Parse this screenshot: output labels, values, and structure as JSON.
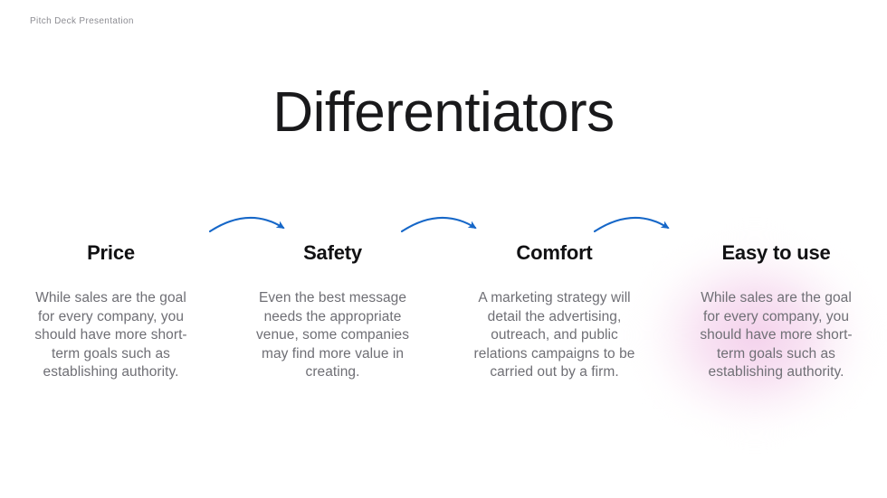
{
  "slide": {
    "eyebrow": "Pitch Deck Presentation",
    "title": "Differentiators",
    "background_color": "#ffffff",
    "accent_color": "#1667c8",
    "blob_color": "#f3cee9",
    "heading_color": "#111113",
    "body_color": "#6f6f75"
  },
  "columns": [
    {
      "heading": "Price",
      "body": "While sales are the goal for every company, you should have more short-term goals such as establishing authority."
    },
    {
      "heading": "Safety",
      "body": "Even the best message needs the appropriate venue, some companies may find more value in creating."
    },
    {
      "heading": "Comfort",
      "body": "A marketing strategy will detail the advertising, outreach, and public relations campaigns to be carried out by a firm."
    },
    {
      "heading": "Easy to use",
      "body": "While sales are the goal for every company, you should have more short-term goals such as establishing authority."
    }
  ],
  "connectors": [
    {
      "name": "arrow-price-to-safety"
    },
    {
      "name": "arrow-safety-to-comfort"
    },
    {
      "name": "arrow-comfort-to-easy-to-use"
    }
  ]
}
